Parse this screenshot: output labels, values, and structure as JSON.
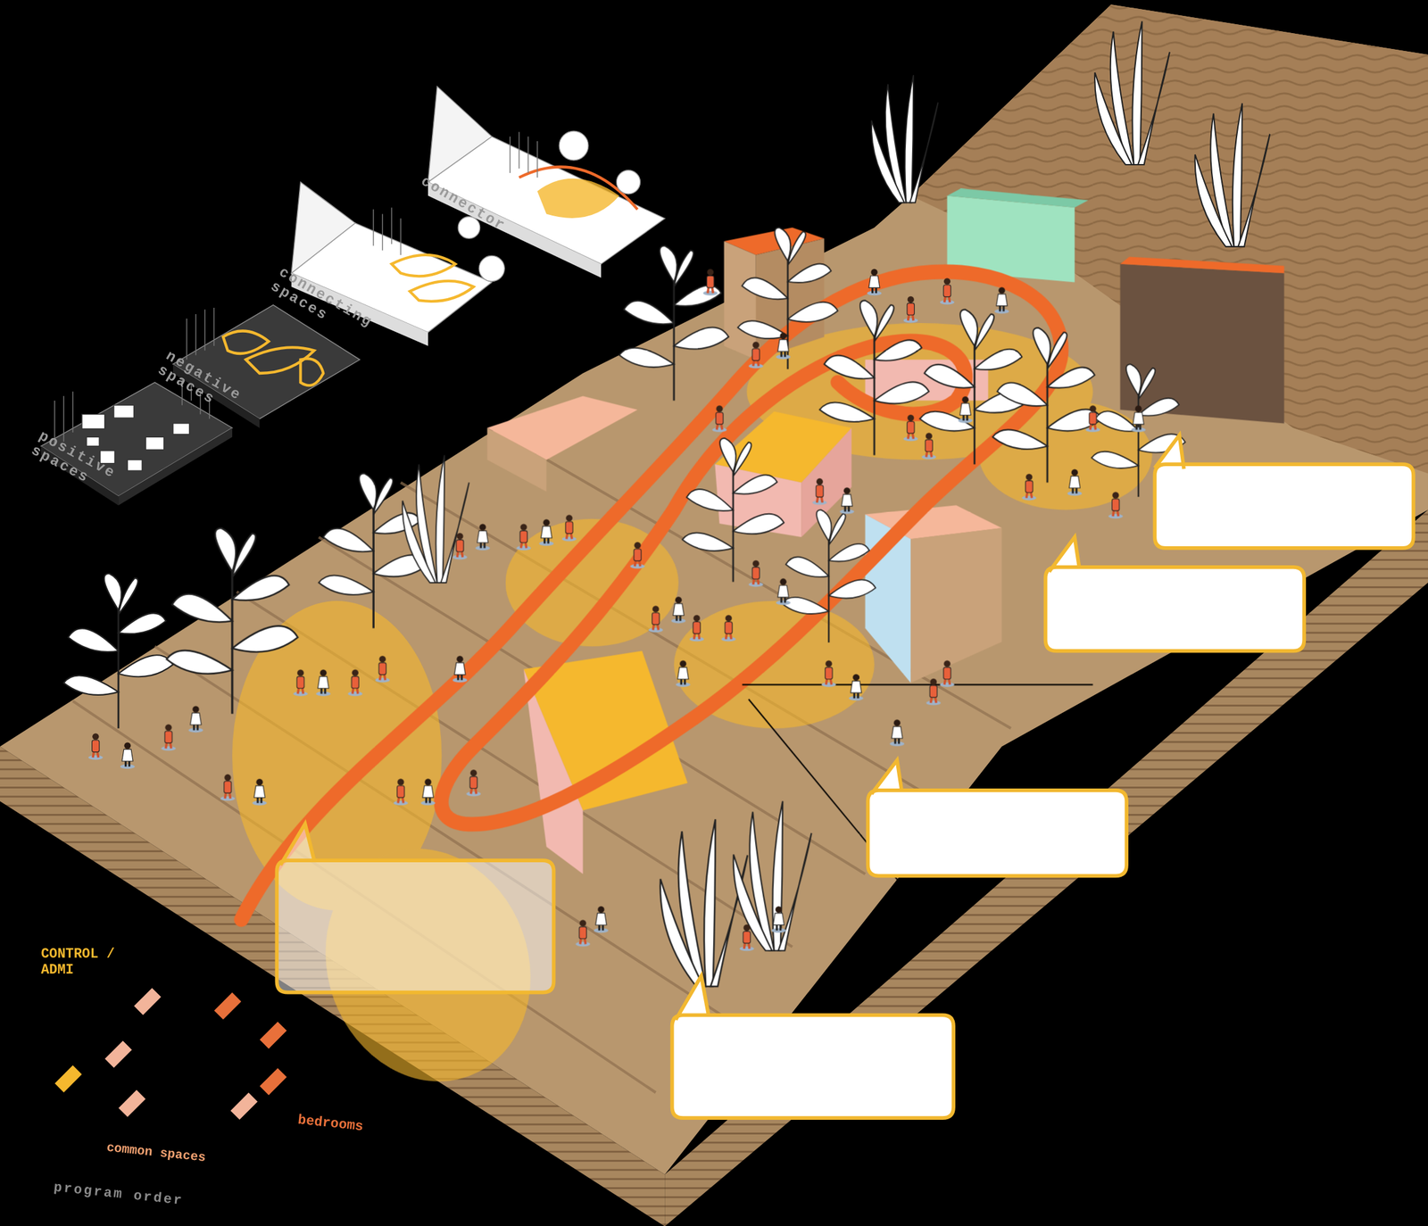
{
  "diagram": {
    "labels": [
      "positive spaces",
      "negative spaces",
      "connecting spaces",
      "connector",
      "program order"
    ],
    "legend": [
      {
        "text": "CONTROL / ADMI",
        "color": "#f5b82e"
      },
      {
        "text": "common spaces",
        "color": "#f2b49a"
      },
      {
        "text": "bedrooms",
        "color": "#e8703a"
      }
    ]
  }
}
